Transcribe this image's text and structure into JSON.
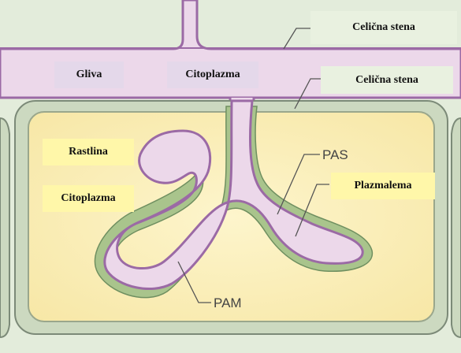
{
  "labels": {
    "celicna_stena_top": "Celična stena",
    "celicna_stena_mid": "Celična stena",
    "gliva": "Gliva",
    "citoplazma_fungus": "Citoplazma",
    "rastlina": "Rastlina",
    "citoplazma_plant": "Citoplazma",
    "plazmalema": "Plazmalema",
    "pas": "PAS",
    "pam": "PAM"
  },
  "colors": {
    "cell_wall_bg": "#e5edde",
    "fungus_wall": "#9b6aa5",
    "fungus_fill": "#ecd8ea",
    "plant_wall_fill": "#ccd9c0",
    "plant_wall_stroke": "#7c8a78",
    "plant_cytoplasm": "#fbeeb8",
    "green_layer": "#a9c48c",
    "label_green_bg": "#e9f1e0",
    "label_purple_bg": "#e4d8ea",
    "label_yellow_bg": "#fff7a9"
  }
}
